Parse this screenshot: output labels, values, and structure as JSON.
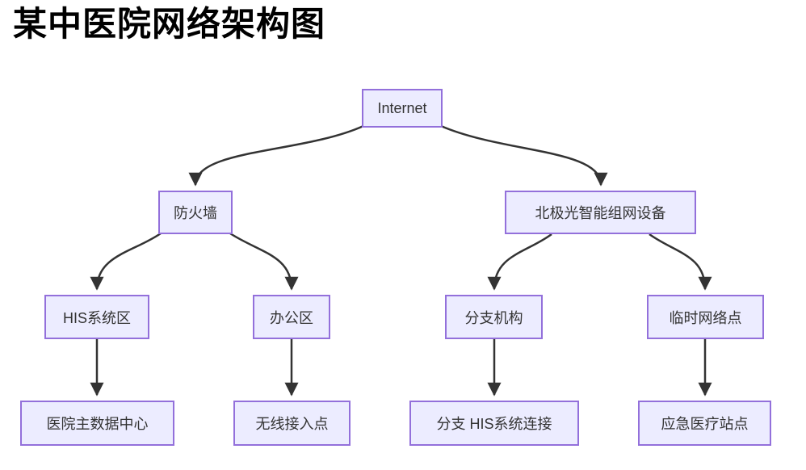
{
  "title": "某中医院网络架构图",
  "colors": {
    "node_fill": "#ECECFF",
    "node_border": "#9370DB",
    "edge": "#333333",
    "node_text": "#333333",
    "title_text": "#000000",
    "background": "#ffffff"
  },
  "diagram": {
    "type": "flowchart-top-down",
    "nodes": {
      "internet": {
        "label": "Internet"
      },
      "firewall": {
        "label": "防火墙"
      },
      "aurora": {
        "label": "北极光智能组网设备"
      },
      "his_zone": {
        "label": "HIS系统区"
      },
      "office": {
        "label": "办公区"
      },
      "branch": {
        "label": "分支机构"
      },
      "temp_net": {
        "label": "临时网络点"
      },
      "data_center": {
        "label": "医院主数据中心"
      },
      "wireless_ap": {
        "label": "无线接入点"
      },
      "branch_his": {
        "label": "分支 HIS系统连接"
      },
      "emergency": {
        "label": "应急医疗站点"
      }
    },
    "edges": [
      {
        "from": "internet",
        "to": "firewall"
      },
      {
        "from": "internet",
        "to": "aurora"
      },
      {
        "from": "firewall",
        "to": "his_zone"
      },
      {
        "from": "firewall",
        "to": "office"
      },
      {
        "from": "aurora",
        "to": "branch"
      },
      {
        "from": "aurora",
        "to": "temp_net"
      },
      {
        "from": "his_zone",
        "to": "data_center"
      },
      {
        "from": "office",
        "to": "wireless_ap"
      },
      {
        "from": "branch",
        "to": "branch_his"
      },
      {
        "from": "temp_net",
        "to": "emergency"
      }
    ]
  }
}
